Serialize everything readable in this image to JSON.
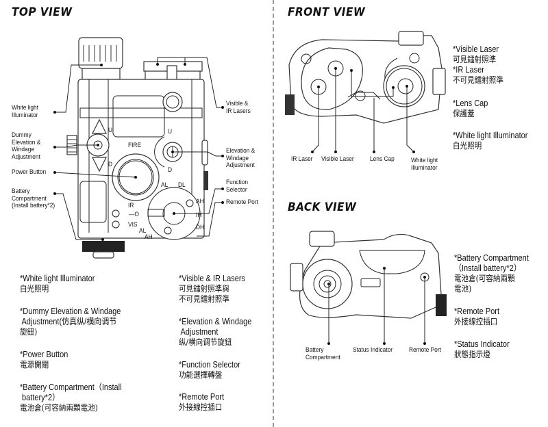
{
  "top_view": {
    "title": "TOP VIEW",
    "callouts": {
      "white_light": [
        "White light",
        "Illuminator"
      ],
      "dummy_adj": [
        "Dummy",
        "Elevation &",
        "Windage",
        "Adjustment"
      ],
      "power_button": [
        "Power Button"
      ],
      "battery": [
        "Battery",
        "Compartment",
        "(Install battery*2)"
      ],
      "visible_ir": [
        "Visible &",
        "IR Lasers"
      ],
      "elev_windage": [
        "Elevation &",
        "Windage",
        "Adjustment"
      ],
      "function_selector": [
        "Function",
        "Selector"
      ],
      "remote_port": [
        "Remote Port"
      ]
    },
    "dial_markings": {
      "fire": "FIRE",
      "u1": "U",
      "d1": "D",
      "u2": "U",
      "d2": "D",
      "al": "AL",
      "dl": "DL",
      "ah": "AH",
      "ih": "IH",
      "dh": "DH",
      "ir": "IR",
      "off": "—O",
      "vis": "VIS",
      "al2": "AL",
      "ah2": "AH"
    },
    "descriptions": [
      {
        "lines": [
          "*White light Illuminator",
          "白光照明"
        ]
      },
      {
        "lines": [
          "*Dummy Elevation & Windage",
          " Adjustment(仿真纵/横向调节",
          "旋鈕)"
        ]
      },
      {
        "lines": [
          "*Power Button",
          "電源開關"
        ]
      },
      {
        "lines": [
          "*Battery Compartment（Install",
          " battery*2）",
          "電池倉(可容納兩顆電池)"
        ]
      }
    ],
    "descriptions_right": [
      {
        "lines": [
          "*Visible & IR Lasers",
          "可見鐳射照準與",
          "不可見鐳射照準"
        ]
      },
      {
        "lines": [
          "*Elevation & Windage",
          " Adjustment",
          "纵/横向调节旋鈕"
        ]
      },
      {
        "lines": [
          "*Function Selector",
          "功能選擇轉盤"
        ]
      },
      {
        "lines": [
          "*Remote Port",
          "外接線控插口"
        ]
      }
    ]
  },
  "front_view": {
    "title": "FRONT VIEW",
    "callouts": {
      "ir_laser": [
        "IR Laser"
      ],
      "visible_laser": [
        "Visible Laser"
      ],
      "lens_cap": [
        "Lens Cap"
      ],
      "white_light": [
        "White light",
        "Illuminator"
      ]
    },
    "descriptions": [
      {
        "lines": [
          "*Visible Laser",
          "可見鐳射照準",
          "*IR Laser",
          "不可見鐳射照準"
        ]
      },
      {
        "lines": [
          "*Lens Cap",
          "保護蓋"
        ]
      },
      {
        "lines": [
          "*White light Illuminator",
          "白光照明"
        ]
      }
    ]
  },
  "back_view": {
    "title": "BACK VIEW",
    "callouts": {
      "battery": [
        "Battery",
        "Compartment"
      ],
      "status_indicator": [
        "Status Indicator"
      ],
      "remote_port": [
        "Remote Port"
      ]
    },
    "descriptions": [
      {
        "lines": [
          "*Battery Compartment",
          "（Install battery*2）",
          "電池倉(可容納兩顆",
          "電池)"
        ]
      },
      {
        "lines": [
          "*Remote Port",
          "外接線控插口"
        ]
      },
      {
        "lines": [
          "*Status Indicator",
          "狀態指示燈"
        ]
      }
    ]
  }
}
